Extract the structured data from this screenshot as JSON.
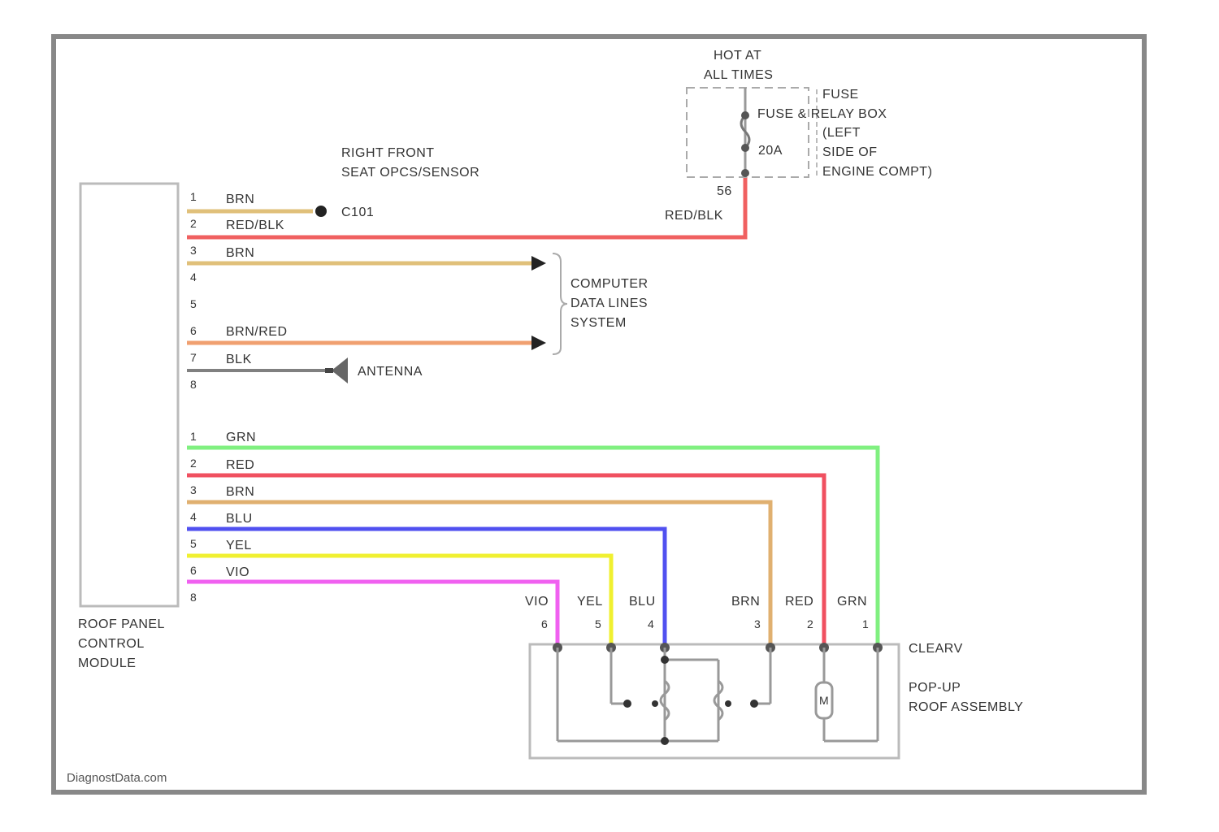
{
  "module": {
    "name": [
      "ROOF PANEL",
      "CONTROL",
      "MODULE"
    ],
    "connector_a_pins": [
      "1",
      "2",
      "3",
      "4",
      "5",
      "6",
      "7",
      "8"
    ],
    "connector_b_pins": [
      "1",
      "2",
      "3",
      "4",
      "5",
      "6",
      "8"
    ]
  },
  "seat_sensor": [
    "RIGHT FRONT",
    "SEAT OPCS/SENSOR"
  ],
  "fuse": {
    "hot": [
      "HOT AT",
      "ALL TIMES"
    ],
    "callout": [
      "FUSE",
      "FUSE & RELAY BOX",
      "(LEFT",
      "SIDE OF",
      "ENGINE COMPT)"
    ],
    "rating": "20A",
    "id": "56"
  },
  "computer_data_lines": [
    "COMPUTER",
    "DATA LINES",
    "SYSTEM"
  ],
  "antenna_label": "ANTENNA",
  "c1_label": "C101",
  "connector_a_wires": [
    {
      "pin": "1",
      "color": "BRN",
      "hex": "#e0c07a"
    },
    {
      "pin": "2",
      "color": "RED/BLK",
      "hex": "#f06060"
    },
    {
      "pin": "3",
      "color": "BRN",
      "hex": "#e0c07a"
    },
    {
      "pin": "6",
      "color": "BRN/RED",
      "hex": "#f0a070"
    },
    {
      "pin": "7",
      "color": "BLK",
      "hex": "#808080"
    }
  ],
  "fuse_wire_color": "RED/BLK",
  "connector_b_wires": [
    {
      "pin": "1",
      "color": "GRN",
      "hex": "#80f080"
    },
    {
      "pin": "2",
      "color": "RED",
      "hex": "#f05060"
    },
    {
      "pin": "3",
      "color": "BRN",
      "hex": "#e0b070"
    },
    {
      "pin": "4",
      "color": "BLU",
      "hex": "#5050f0"
    },
    {
      "pin": "5",
      "color": "YEL",
      "hex": "#f0f030"
    },
    {
      "pin": "6",
      "color": "VIO",
      "hex": "#f060f0"
    }
  ],
  "roof_assembly": {
    "connector": "CLEARV",
    "name": [
      "POP-UP",
      "ROOF ASSEMBLY"
    ],
    "pins": [
      {
        "pin": "6",
        "color": "VIO"
      },
      {
        "pin": "5",
        "color": "YEL"
      },
      {
        "pin": "4",
        "color": "BLU"
      },
      {
        "pin": "3",
        "color": "BRN"
      },
      {
        "pin": "2",
        "color": "RED"
      },
      {
        "pin": "1",
        "color": "GRN"
      }
    ],
    "motor_label": "M"
  },
  "watermark": "DiagnostData.com"
}
